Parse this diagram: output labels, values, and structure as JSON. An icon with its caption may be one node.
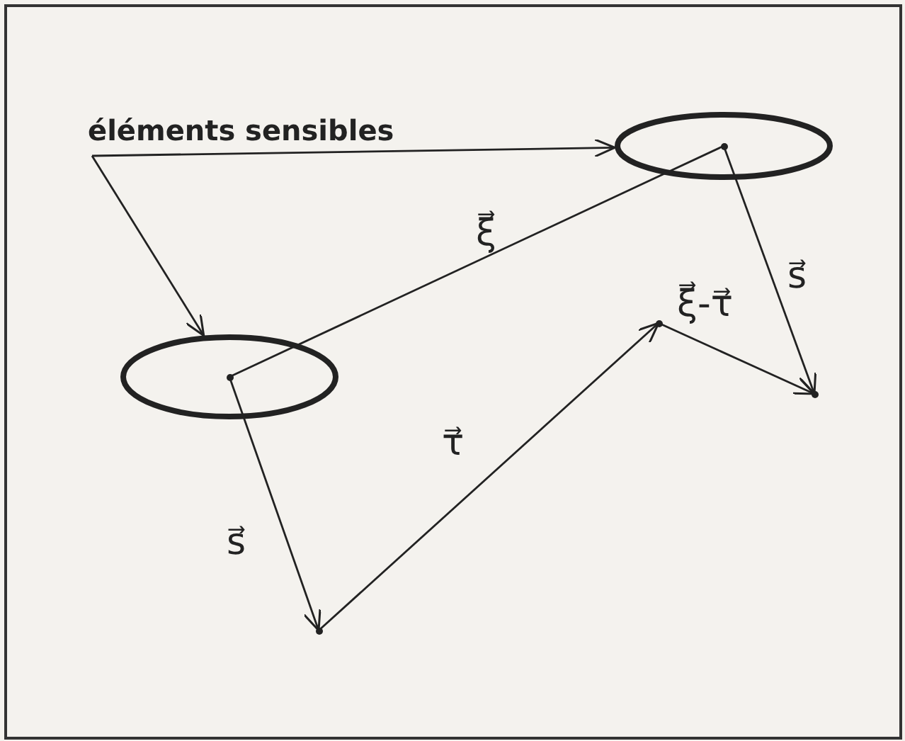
{
  "diagram": {
    "nodes": [
      {
        "text": [
          "éléments sensibles"
        ]
      },
      {
        "text": [],
        "shape": "ellipse"
      },
      {
        "text": [],
        "shape": "ellipse"
      },
      {
        "text": [],
        "shape": "point",
        "in": 1
      },
      {
        "text": [],
        "shape": "point",
        "in": 2
      },
      {
        "text": [],
        "shape": "point"
      },
      {
        "text": [],
        "shape": "point"
      },
      {
        "text": [],
        "shape": "point"
      }
    ],
    "edges": [
      {
        "from": 0,
        "to": 1,
        "arrow": "to"
      },
      {
        "from": 0,
        "to": 2,
        "arrow": "to"
      },
      {
        "from": 4,
        "to": 3,
        "arrow": "none",
        "label": "ξ⃗"
      },
      {
        "from": 4,
        "to": 5,
        "arrow": "to",
        "label": "s⃗"
      },
      {
        "from": 5,
        "to": 6,
        "arrow": "to",
        "label": "τ⃗"
      },
      {
        "from": 6,
        "to": 7,
        "arrow": "to",
        "label": "ξ⃗-τ⃗"
      },
      {
        "from": 3,
        "to": 7,
        "arrow": "to",
        "label": "s⃗"
      }
    ]
  }
}
